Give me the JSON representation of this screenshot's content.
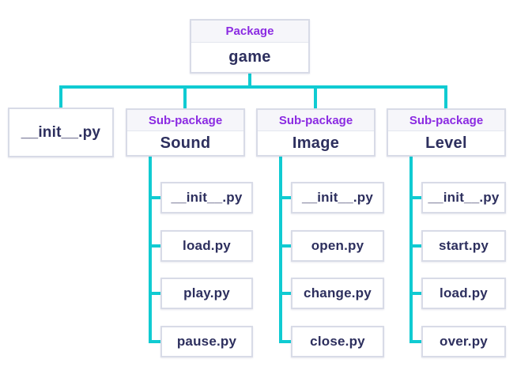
{
  "root": {
    "badge": "Package",
    "label": "game"
  },
  "init_file": {
    "label": "__init__.py"
  },
  "subpackages": [
    {
      "badge": "Sub-package",
      "label": "Sound",
      "files": [
        "__init__.py",
        "load.py",
        "play.py",
        "pause.py"
      ]
    },
    {
      "badge": "Sub-package",
      "label": "Image",
      "files": [
        "__init__.py",
        "open.py",
        "change.py",
        "close.py"
      ]
    },
    {
      "badge": "Sub-package",
      "label": "Level",
      "files": [
        "__init__.py",
        "start.py",
        "load.py",
        "over.py"
      ]
    }
  ],
  "colors": {
    "badge_text": "#8b2be2",
    "node_text": "#2d2f5e",
    "connector": "#10cbd2",
    "box_border": "#d8dbe7",
    "badge_background": "#f6f6fa"
  }
}
